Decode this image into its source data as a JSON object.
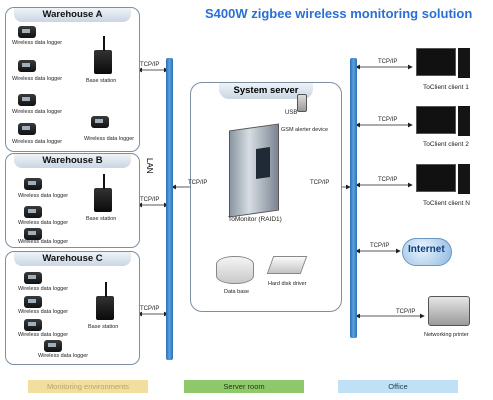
{
  "title": "S400W zigbee wireless monitoring solution",
  "warehouses": [
    {
      "name": "Warehouse A",
      "base_station": "Base station",
      "loggers": [
        "Wireless data logger",
        "Wireless data logger",
        "Wireless data logger",
        "Wireless data logger",
        "Wireless data logger"
      ]
    },
    {
      "name": "Warehouse B",
      "base_station": "Base station",
      "loggers": [
        "Wireless data logger",
        "Wireless data logger",
        "Wireless data logger"
      ]
    },
    {
      "name": "Warehouse C",
      "base_station": "Base station",
      "loggers": [
        "Wireless data logger",
        "Wireless data logger",
        "Wireless data logger",
        "Wireless data logger"
      ]
    }
  ],
  "lan_label": "LAN",
  "tcp_label": "TCP/IP",
  "usb_label": "USB",
  "server": {
    "title": "System server",
    "gsm": "GSM alerter device",
    "tomonitor": "ToMonitor (RAID1)",
    "database": "Data base",
    "hdd": "Hard disk driver"
  },
  "clients": [
    "ToClient client 1",
    "ToClient client 2",
    "ToClient client N"
  ],
  "internet": "Internet",
  "printer": "Networking printer",
  "footer": {
    "monitoring": "Monitoring environments",
    "server_room": "Server room",
    "office": "Office"
  },
  "colors": {
    "title": "#2a6fd6",
    "lan_bar": "#3b82c8",
    "footer_monitoring": "#f2dfa0",
    "footer_server": "#8fc86a",
    "footer_office": "#bfe0f5"
  }
}
